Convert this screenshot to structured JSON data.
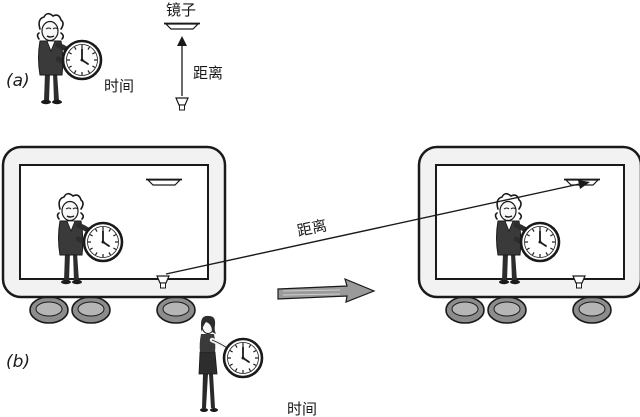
{
  "panel_a": {
    "label": "(a)",
    "mirror_label": "镜子",
    "distance_label": "距离",
    "time_label": "时间"
  },
  "panel_b": {
    "label": "(b)",
    "distance_label": "距离",
    "time_label": "时间"
  },
  "colors": {
    "ink": "#1a1a1a",
    "car_fill": "#f2f2f2",
    "car_window": "#ffffff",
    "wheel": "#8c8c8c",
    "arrow": "#9a9a9a",
    "figure_dark": "#2d2d2d"
  },
  "icons": {
    "clock": "clock-icon",
    "mirror": "mirror-icon",
    "light_source": "light-source-icon",
    "motion_arrow": "motion-arrow-icon"
  }
}
